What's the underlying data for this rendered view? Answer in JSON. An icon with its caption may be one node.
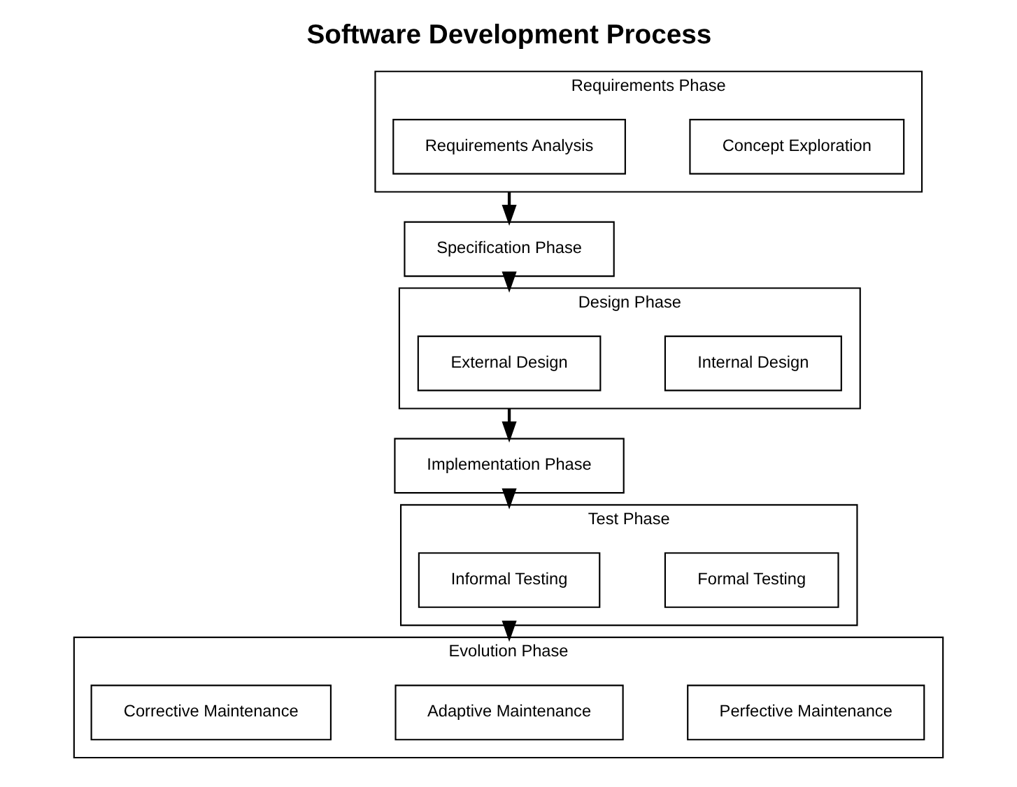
{
  "diagram": {
    "title": "Software Development Process",
    "nodes": [
      {
        "text": [
          "Requirements Phase"
        ]
      },
      {
        "text": [
          "Concept Exploration"
        ],
        "in": 0
      },
      {
        "text": [
          "Requirements Analysis"
        ],
        "in": 0
      },
      {
        "text": [
          "Specification Phase"
        ]
      },
      {
        "text": [
          "Design Phase"
        ]
      },
      {
        "text": [
          "Internal Design"
        ],
        "in": 4
      },
      {
        "text": [
          "External Design"
        ],
        "in": 4
      },
      {
        "text": [
          "Implementation Phase"
        ]
      },
      {
        "text": [
          "Test Phase"
        ]
      },
      {
        "text": [
          "Formal Testing"
        ],
        "in": 8
      },
      {
        "text": [
          "Informal Testing"
        ],
        "in": 8
      },
      {
        "text": [
          "Evolution Phase"
        ]
      },
      {
        "text": [
          "Perfective Maintenance"
        ],
        "in": 11
      },
      {
        "text": [
          "Adaptive Maintenance"
        ],
        "in": 11
      },
      {
        "text": [
          "Corrective Maintenance"
        ],
        "in": 11
      }
    ],
    "edges": [
      {
        "from": 0,
        "to": 3,
        "arrow": "to"
      },
      {
        "from": 3,
        "to": 4,
        "arrow": "to"
      },
      {
        "from": 4,
        "to": 7,
        "arrow": "to"
      },
      {
        "from": 7,
        "to": 8,
        "arrow": "to"
      },
      {
        "from": 8,
        "to": 11,
        "arrow": "to"
      }
    ]
  }
}
